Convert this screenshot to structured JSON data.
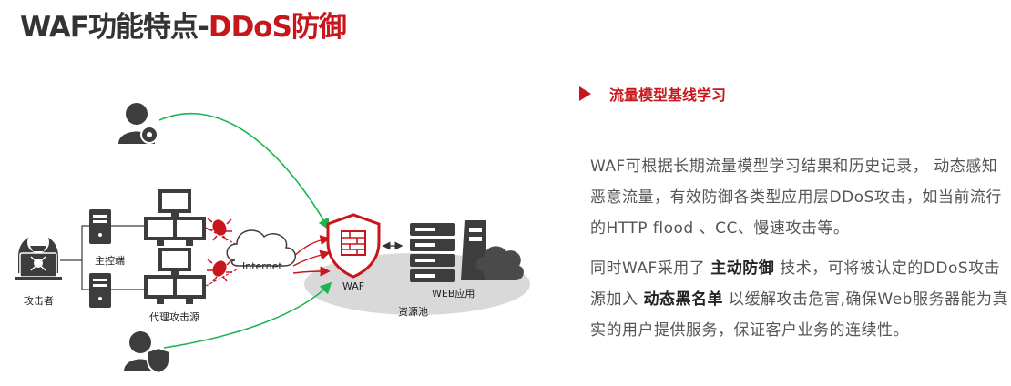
{
  "title": {
    "prefix": "WAF功能特点-",
    "accent": "DDoS防御"
  },
  "diagram": {
    "labels": {
      "attacker": "攻击者",
      "master": "主控端",
      "proxy": "代理攻击源",
      "internet": "Internet",
      "waf": "WAF",
      "web_app": "WEB应用",
      "pool": "资源池"
    },
    "icons": {
      "attacker": "hacker-icon",
      "master": "server-tower-icon",
      "proxy": "computer-cluster-icon",
      "bug": "bug-icon",
      "cloud": "cloud-icon",
      "waf": "firewall-shield-icon",
      "server": "server-rack-icon",
      "admin": "user-gear-icon",
      "user": "user-shield-icon"
    },
    "colors": {
      "brand_red": "#c8161d",
      "green_arrow": "#1db34f",
      "gray_icon": "#3d3d3d"
    }
  },
  "content": {
    "heading": "流量模型基线学习",
    "para1": "WAF可根据长期流量模型学习结果和历史记录， 动态感知恶意流量，有效防御各类型应用层DDoS攻击，如当前流行的HTTP flood 、CC、慢速攻击等。",
    "para2_a": "同时WAF采用了",
    "para2_b": "主动防御",
    "para2_c": "技术，可将被认定的DDoS攻击源加入",
    "para2_d": "动态黑名单",
    "para2_e": "以缓解攻击危害,确保Web服务器能为真实的用户提供服务，保证客户业务的连续性。"
  }
}
